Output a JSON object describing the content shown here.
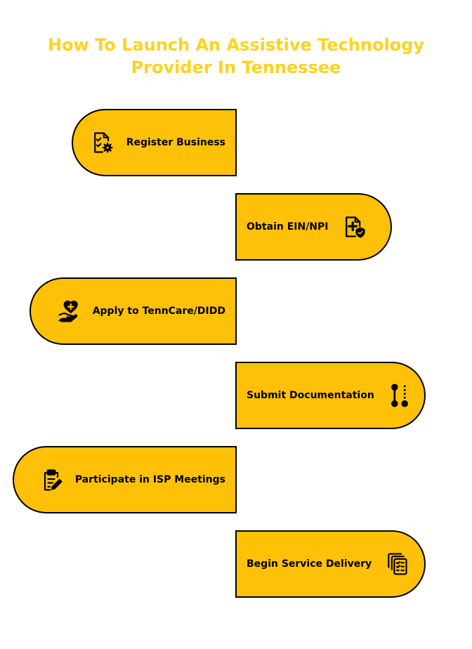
{
  "title": {
    "line1": "How To Launch An Assistive Technology",
    "line2": "Provider In Tennessee"
  },
  "colors": {
    "title": "#FFD21F",
    "box_fill": "#FFC107",
    "outline": "#000000"
  },
  "steps": [
    {
      "label": "Register Business",
      "icon": "document-settings-icon"
    },
    {
      "label": "Obtain EIN/NPI",
      "icon": "medical-document-shield-icon"
    },
    {
      "label": "Apply to TennCare/DIDD",
      "icon": "hand-heart-plus-icon"
    },
    {
      "label": "Submit Documentation",
      "icon": "pipeline-nodes-icon"
    },
    {
      "label": "Participate in ISP Meetings",
      "icon": "clipboard-pen-icon"
    },
    {
      "label": "Begin Service Delivery",
      "icon": "stacked-checklist-icon"
    }
  ]
}
